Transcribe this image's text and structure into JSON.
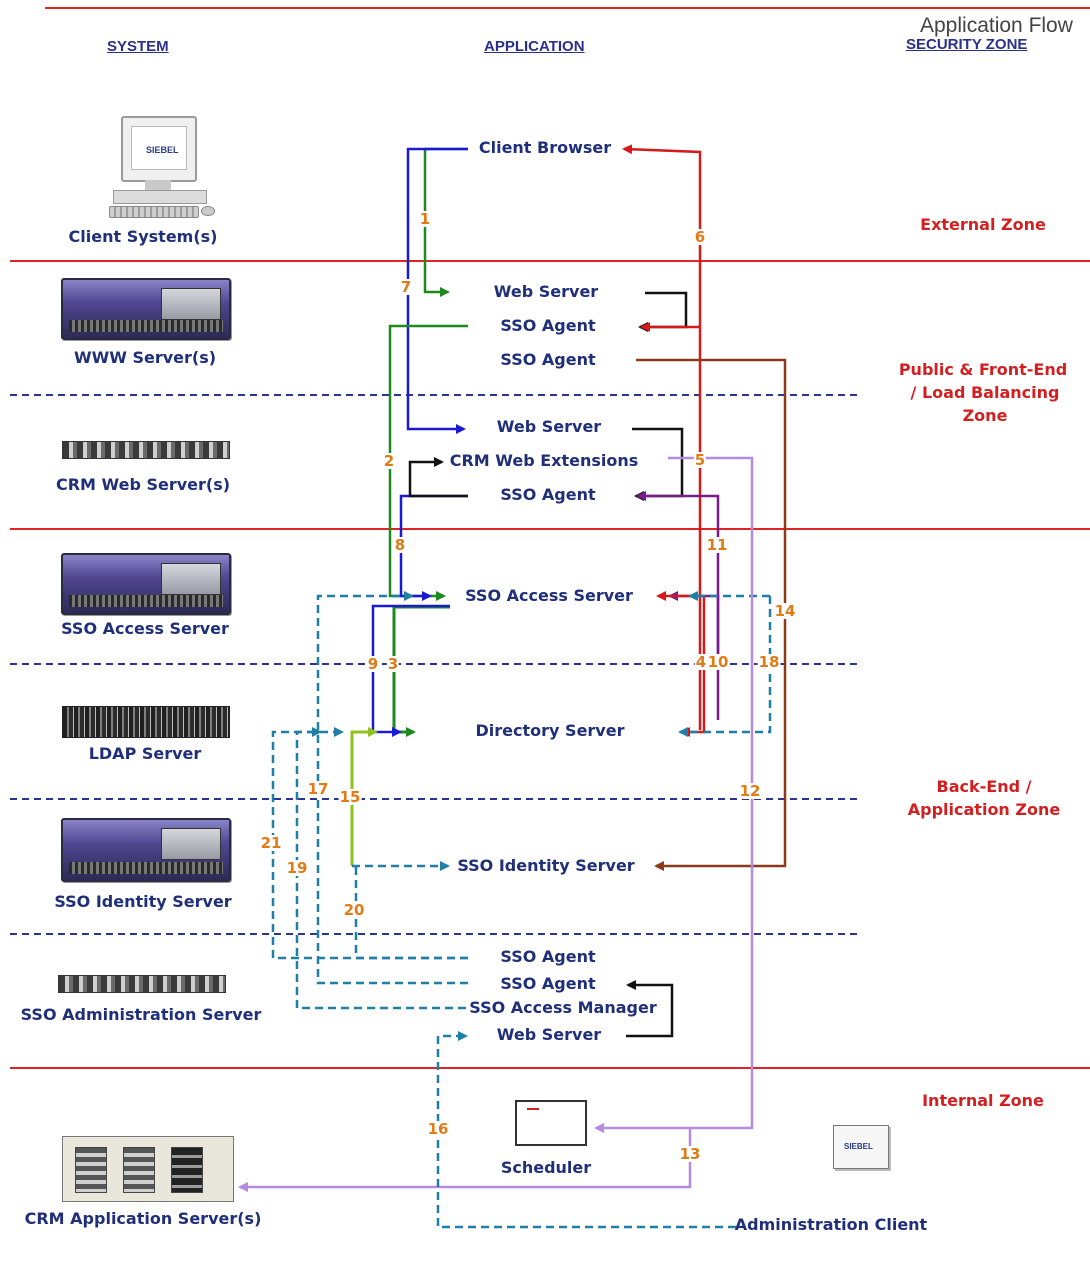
{
  "title": "Application Flow",
  "headers": {
    "system": "SYSTEM",
    "application": "APPLICATION",
    "security_zone": "SECURITY ZONE"
  },
  "systems": {
    "client": "Client System(s)",
    "www": "WWW Server(s)",
    "crm_web": "CRM Web Server(s)",
    "sso_access": "SSO Access Server",
    "ldap": "LDAP Server",
    "sso_identity": "SSO Identity Server",
    "sso_admin": "SSO Administration Server",
    "crm_app": "CRM Application Server(s)"
  },
  "brand": "SIEBEL",
  "applications": {
    "client_browser": "Client Browser",
    "web_server_1": "Web Server",
    "sso_agent_1": "SSO Agent",
    "sso_agent_2": "SSO Agent",
    "web_server_2": "Web Server",
    "crm_web_ext": "CRM Web Extensions",
    "sso_agent_3": "SSO Agent",
    "sso_access_server": "SSO Access Server",
    "directory_server": "Directory Server",
    "sso_identity_server": "SSO Identity Server",
    "sso_agent_4": "SSO Agent",
    "sso_agent_5": "SSO Agent",
    "sso_access_manager": "SSO Access Manager",
    "web_server_3": "Web Server",
    "scheduler": "Scheduler",
    "admin_client": "Administration Client"
  },
  "zones": {
    "external": "External Zone",
    "public_line1": "Public & Front-End",
    "public_line2": "/ Load Balancing",
    "public_line3": "Zone",
    "backend_line1": "Back-End /",
    "backend_line2": "Application Zone",
    "internal": "Internal Zone"
  },
  "flow_steps": {
    "s1": "1",
    "s2": "2",
    "s3": "3",
    "s4": "4",
    "s5": "5",
    "s6": "6",
    "s7": "7",
    "s8": "8",
    "s9": "9",
    "s10": "10",
    "s11": "11",
    "s12": "12",
    "s13": "13",
    "s14": "14",
    "s15": "15",
    "s16": "16",
    "s17": "17",
    "s18": "18",
    "s19": "19",
    "s20": "20",
    "s21": "21"
  },
  "colors": {
    "zone_line": "#e02424",
    "tier_line": "#2b3590",
    "flow_green": "#1e8a1e",
    "flow_blue": "#1a1ad6",
    "flow_red": "#d41a1a",
    "flow_black": "#111111",
    "flow_purple": "#7a1a8c",
    "flow_brown": "#8b3a1a",
    "flow_teal_dashed": "#1f7fa6",
    "flow_lime": "#8fc21e",
    "flow_lavender": "#b58ae0",
    "step_number": "#e07b16",
    "label_text": "#1f2f7a",
    "zone_text": "#d31f1f"
  }
}
